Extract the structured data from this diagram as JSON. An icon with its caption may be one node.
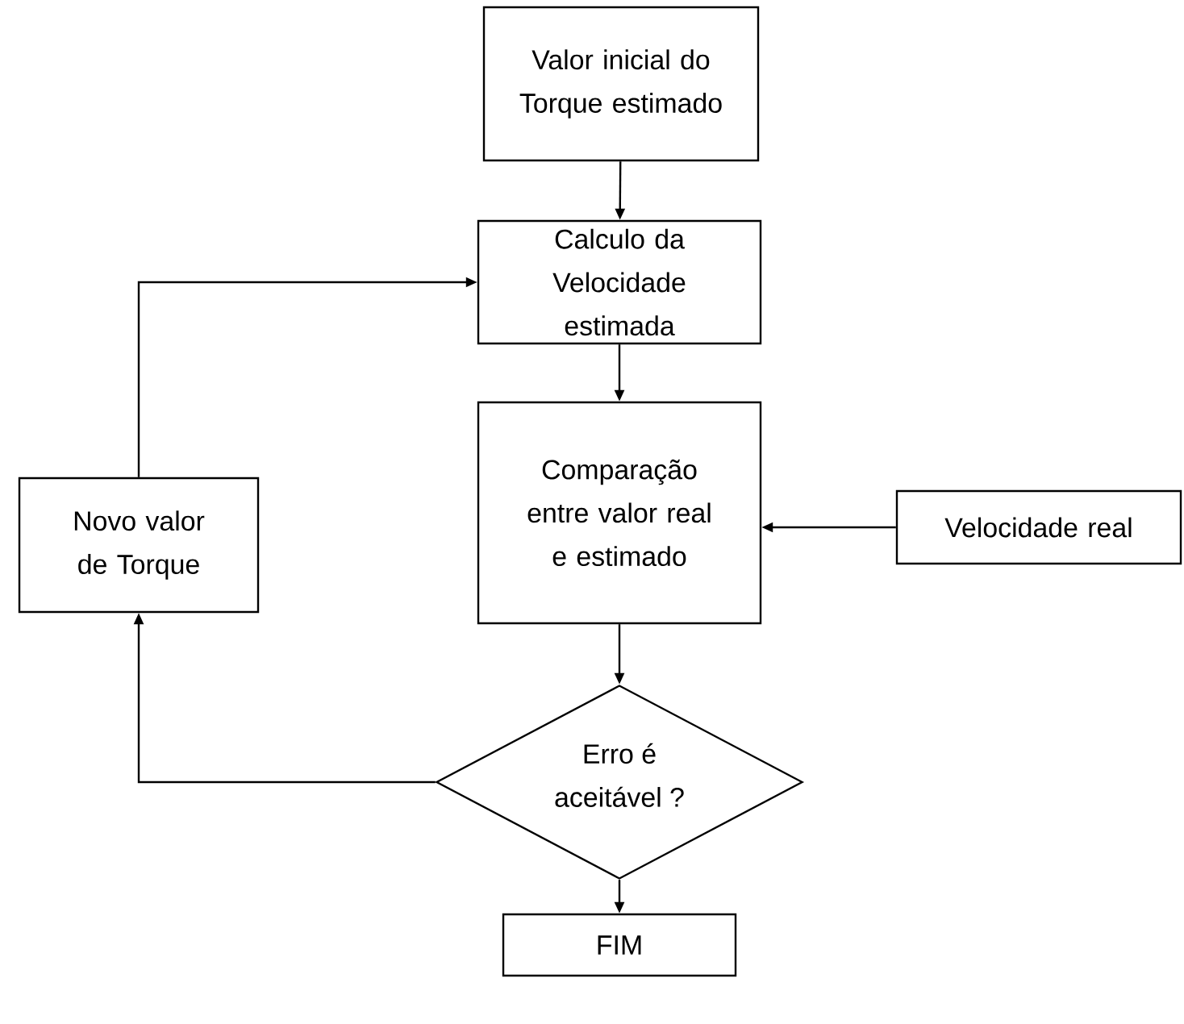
{
  "diagram": {
    "nodes": [
      {
        "text": [
          "Valor inicial do Torque estimado"
        ]
      },
      {
        "text": [
          "Calculo da Velocidade estimada"
        ]
      },
      {
        "text": [
          "Comparação entre valor real e estimado"
        ]
      },
      {
        "text": [
          "Velocidade real"
        ]
      },
      {
        "text": [
          "Novo valor de Torque"
        ]
      },
      {
        "text": [
          "Erro é aceitável ?"
        ]
      },
      {
        "text": [
          "FIM"
        ]
      }
    ],
    "edges": [
      {
        "from": 0,
        "to": 1,
        "arrow": "to"
      },
      {
        "from": 1,
        "to": 2,
        "arrow": "to"
      },
      {
        "from": 3,
        "to": 2,
        "arrow": "to"
      },
      {
        "from": 2,
        "to": 5,
        "arrow": "to"
      },
      {
        "from": 5,
        "to": 6,
        "arrow": "to"
      },
      {
        "from": 5,
        "to": 4,
        "arrow": "to"
      },
      {
        "from": 4,
        "to": 1,
        "arrow": "to"
      }
    ]
  }
}
